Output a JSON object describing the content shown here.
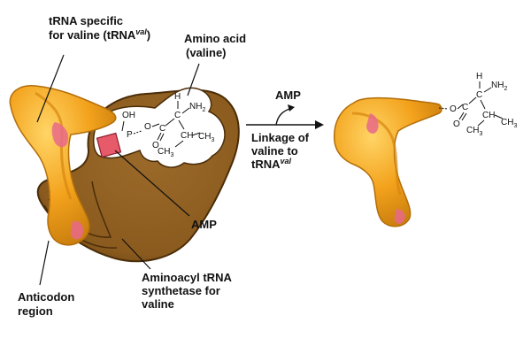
{
  "labels": {
    "trna_line1": "tRNA specific",
    "trna_line2": "for valine (tRNA",
    "trna_sup": "val",
    "trna_close": ")",
    "amino_line1": "Amino acid",
    "amino_line2": "(valine)",
    "amp_top": "AMP",
    "linkage_line1": "Linkage of",
    "linkage_line2": "valine to",
    "linkage_line3": "tRNA",
    "linkage_sup": "val",
    "amp_mid": "AMP",
    "synth_line1": "Aminoacyl tRNA",
    "synth_line2": "synthetase for",
    "synth_line3": "valine",
    "anticodon_line1": "Anticodon",
    "anticodon_line2": "region"
  },
  "chem": {
    "oh": "OH",
    "p": "P",
    "o": "O",
    "c": "C",
    "h": "H",
    "nh2": "NH",
    "sub2": "2",
    "ch": "CH",
    "ch3": "CH",
    "sub3": "3"
  },
  "colors": {
    "trna_orange": "#f3a21c",
    "trna_highlight": "#ffd566",
    "trna_dark": "#c87d0d",
    "trna_pink": "#e8698a",
    "enzyme_brown": "#8a5a1e",
    "enzyme_dark": "#5f3a0e",
    "amp_red": "#e65a6a"
  }
}
